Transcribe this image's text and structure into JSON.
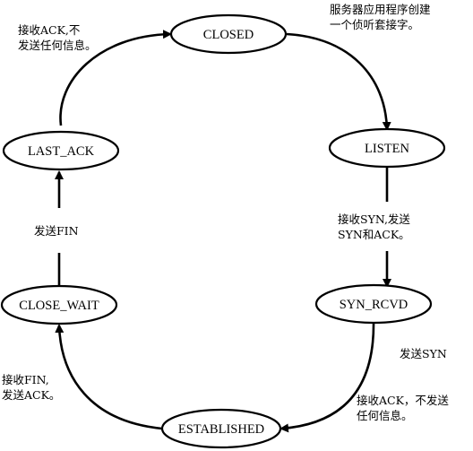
{
  "states": {
    "closed": "CLOSED",
    "listen": "LISTEN",
    "syn_rcvd": "SYN_RCVD",
    "established": "ESTABLISHED",
    "close_wait": "CLOSE_WAIT",
    "last_ack": "LAST_ACK"
  },
  "annotations": {
    "server_create": [
      "服务器应用程序创建",
      "一个侦听套接字。"
    ],
    "recv_syn_send": [
      "接收SYN,发送",
      "SYN和ACK。"
    ],
    "send_syn": [
      "发送SYN"
    ],
    "recv_ack_no_send": [
      "接收ACK，不发送",
      "任何信息。"
    ],
    "recv_fin_send_ack": [
      "接收FIN,",
      "发送ACK。"
    ],
    "send_fin": [
      "发送FIN"
    ],
    "recv_ack_top": [
      "接收ACK,不",
      "发送任何信息。"
    ]
  }
}
